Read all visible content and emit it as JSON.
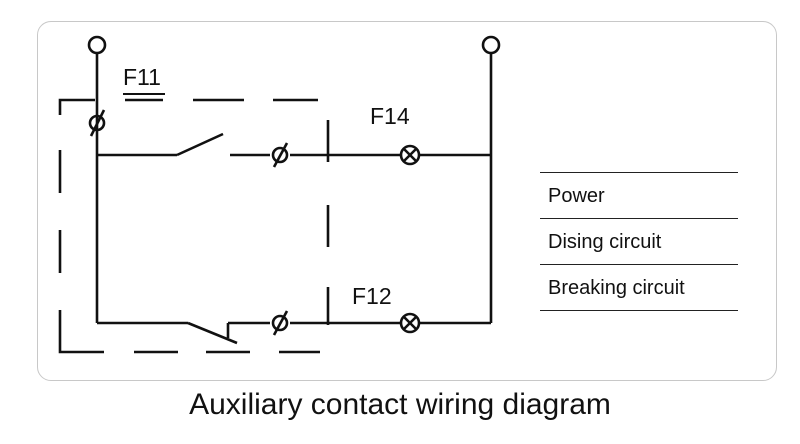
{
  "diagram": {
    "labels": {
      "f11": "F11",
      "f14": "F14",
      "f12": "F12"
    },
    "legend": [
      "Power",
      "Dising circuit",
      "Breaking circuit"
    ],
    "caption": "Auxiliary contact wiring diagram"
  },
  "colors": {
    "line": "#111111",
    "panel_border": "#c8c8c8"
  }
}
